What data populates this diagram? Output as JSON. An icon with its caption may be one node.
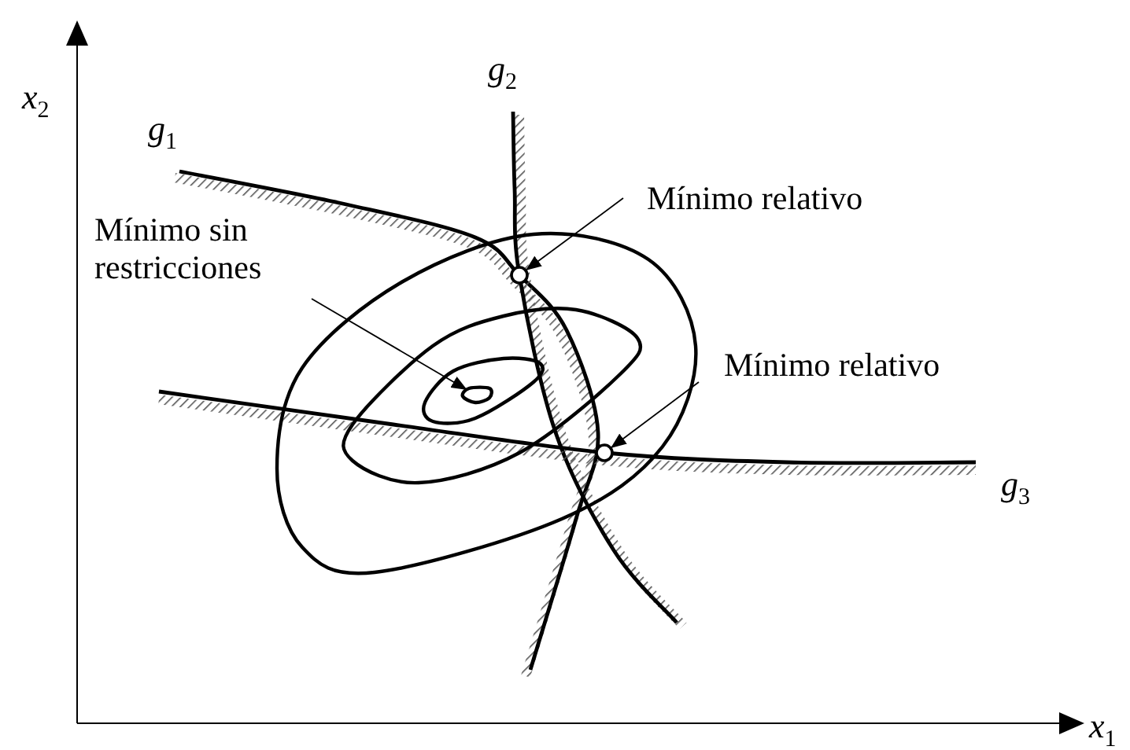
{
  "diagram": {
    "nodes": [
      {
        "text": [
          "Mínimo sin restricciones"
        ]
      },
      {
        "text": [
          "Mínimo relativo"
        ]
      },
      {
        "text": [],
        "shape": "circle"
      },
      {
        "text": [
          "Mínimo relativo"
        ]
      },
      {
        "text": [],
        "shape": "circle"
      },
      {
        "text": [],
        "shape": "circle"
      }
    ],
    "edges": [
      {
        "from": 0,
        "to": 5,
        "arrow": "to"
      },
      {
        "from": 1,
        "to": 2,
        "arrow": "to"
      },
      {
        "from": 3,
        "to": 4,
        "arrow": "to"
      }
    ],
    "labels": [
      "x$_{2}$",
      "g$_{2}$",
      "g$_{1}$",
      "g$_{3}$",
      "x$_{1}$"
    ]
  }
}
